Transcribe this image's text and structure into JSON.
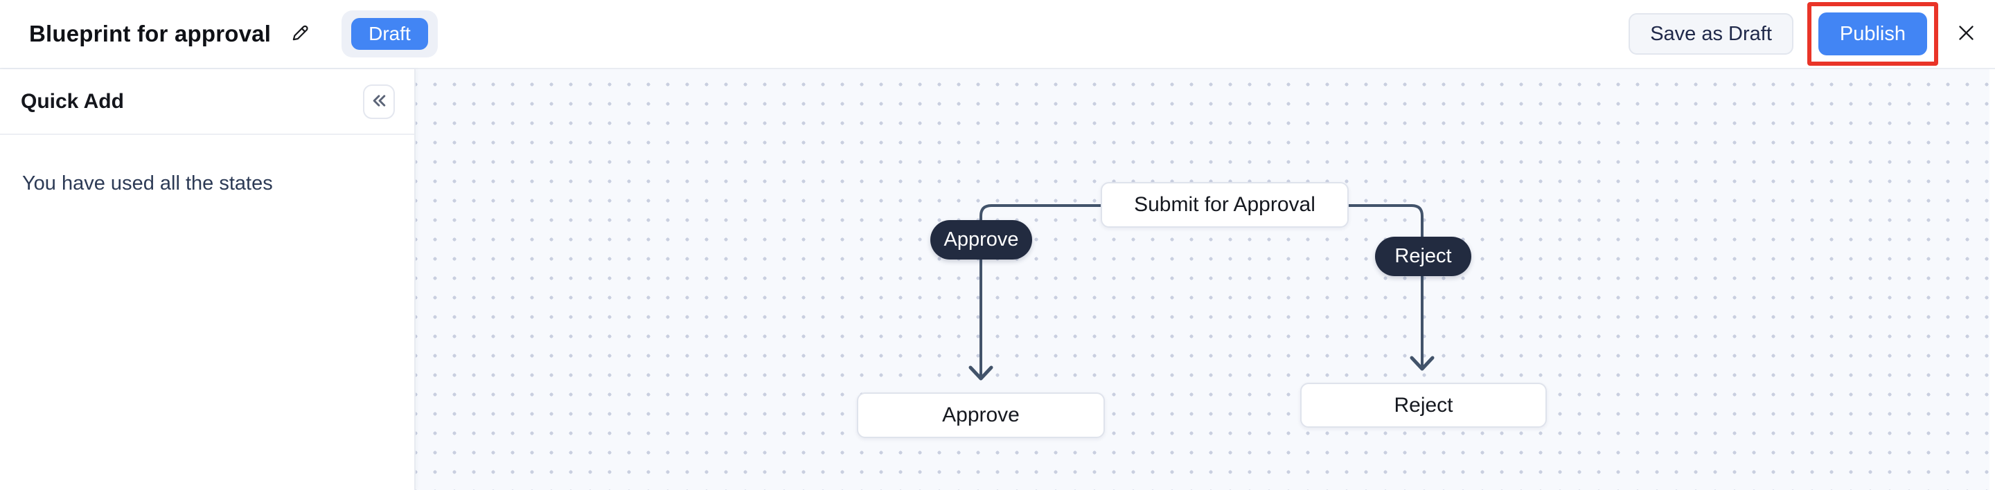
{
  "header": {
    "title": "Blueprint for approval",
    "status_badge": "Draft",
    "buttons": {
      "save_as_draft": "Save as Draft",
      "publish": "Publish"
    }
  },
  "sidebar": {
    "title": "Quick Add",
    "empty_state_message": "You have used all the states"
  },
  "flow": {
    "nodes": {
      "submit": "Submit for Approval",
      "approve_transition": "Approve",
      "reject_transition": "Reject",
      "approve_state": "Approve",
      "reject_state": "Reject"
    }
  },
  "icons": {
    "edit": "pencil-icon",
    "collapse": "collapse-sidebar-icon",
    "close": "close-icon"
  },
  "colors": {
    "accent_blue": "#4285f4",
    "annotation_red": "#e93428",
    "transition_node_bg": "#222b40",
    "connector_line": "#42536a",
    "canvas_bg": "#f7f9fd",
    "canvas_dot": "#c9cfe0"
  }
}
